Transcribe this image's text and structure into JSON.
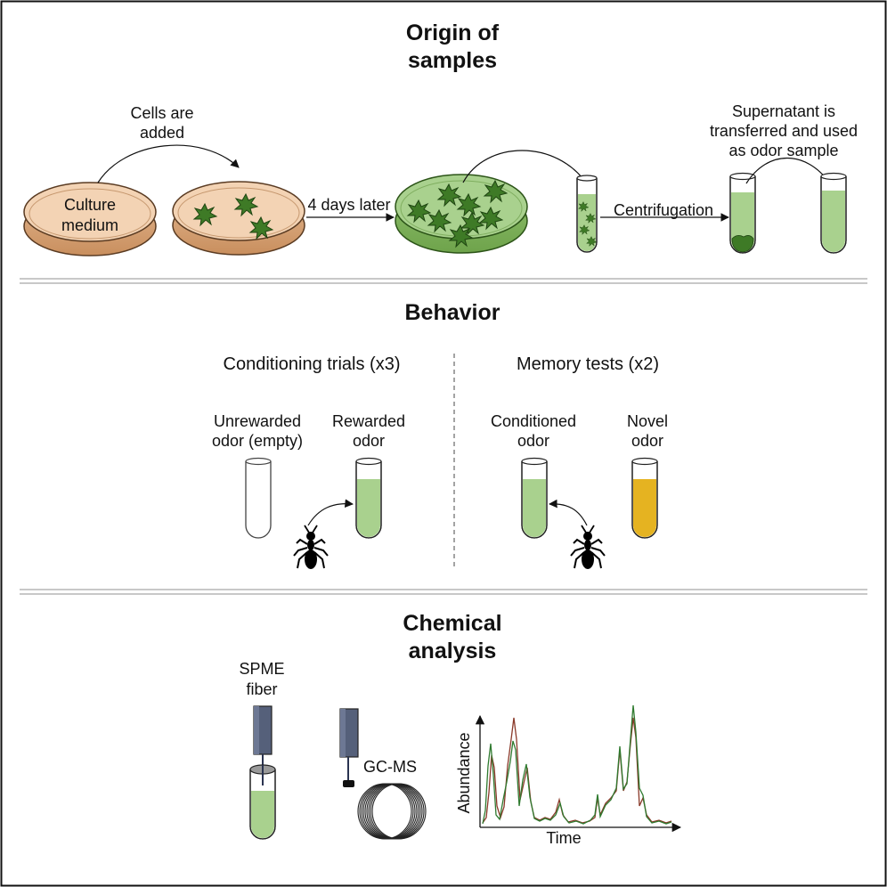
{
  "sections": {
    "origin": {
      "title_line1": "Origin of",
      "title_line2": "samples",
      "cells_added_line1": "Cells are",
      "cells_added_line2": "added",
      "culture_line1": "Culture",
      "culture_line2": "medium",
      "days_later": "4 days later",
      "centrifugation": "Centrifugation",
      "supernatant_line1": "Supernatant is",
      "supernatant_line2": "transferred and used",
      "supernatant_line3": "as odor sample"
    },
    "behavior": {
      "title": "Behavior",
      "conditioning_title": "Conditioning trials (x3)",
      "memory_title": "Memory tests (x2)",
      "unrewarded_line1": "Unrewarded",
      "unrewarded_line2": "odor (empty)",
      "rewarded_line1": "Rewarded",
      "rewarded_line2": "odor",
      "conditioned_line1": "Conditioned",
      "conditioned_line2": "odor",
      "novel_line1": "Novel",
      "novel_line2": "odor"
    },
    "chemical": {
      "title_line1": "Chemical",
      "title_line2": "analysis",
      "spme_line1": "SPME",
      "spme_line2": "fiber",
      "gcms": "GC-MS",
      "y_axis": "Abundance",
      "x_axis": "Time"
    }
  },
  "colors": {
    "medium_fill": "#f3d3b4",
    "medium_stroke": "#5a3b22",
    "culture_green": "#a9d18e",
    "cell_green": "#3e7a26",
    "novel_yellow": "#e5b321",
    "fiber_blue": "#55607a",
    "trace_green": "#2f7a2f",
    "trace_red": "#8a3a2a",
    "divider": "#b5b5b5"
  },
  "icons": [
    "petri-dish-icon",
    "cell-cluster-icon",
    "test-tube-icon",
    "ant-icon",
    "spme-fiber-icon",
    "gc-coil-icon"
  ]
}
